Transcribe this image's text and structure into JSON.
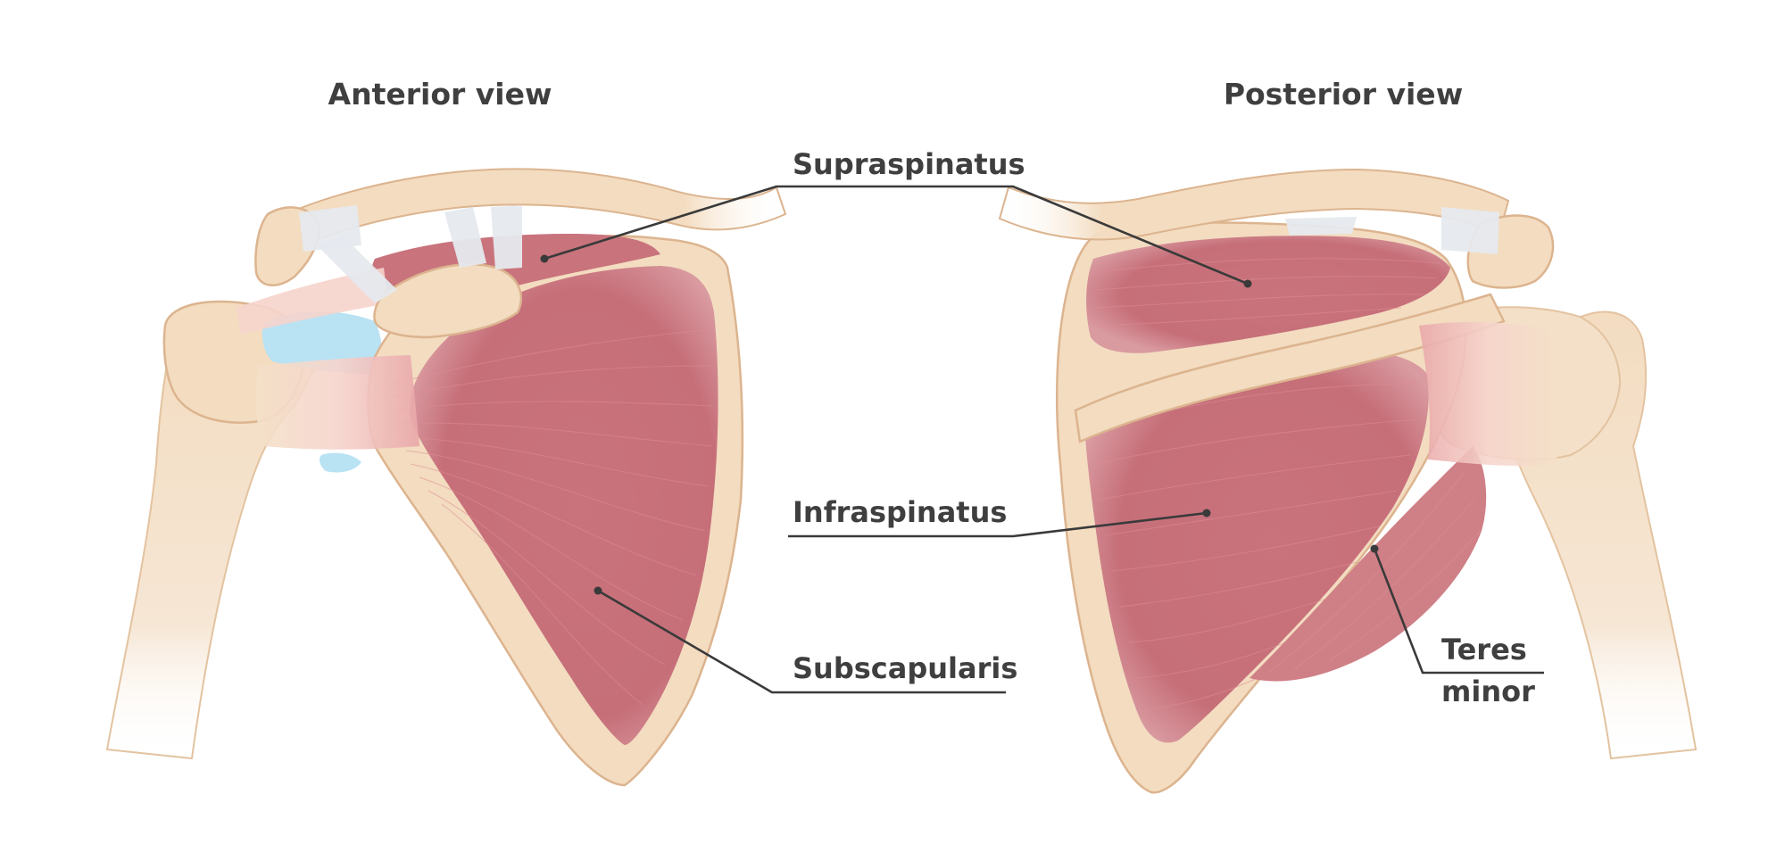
{
  "views": {
    "anterior": {
      "title": "Anterior view"
    },
    "posterior": {
      "title": "Posterior view"
    }
  },
  "labels": {
    "supraspinatus": "Supraspinatus",
    "infraspinatus": "Infraspinatus",
    "subscapularis": "Subscapularis",
    "teres_minor_line1": "Teres",
    "teres_minor_line2": "minor"
  },
  "colors": {
    "bone": "#f3dcc0",
    "bone_outline": "#dcb48f",
    "muscle": "#c9737c",
    "muscle_light": "#d88e95",
    "cartilage": "#b9e2f3",
    "ligament": "#e6e9ee",
    "text": "#3f3f3f",
    "leader_line": "#3a3a3a"
  }
}
